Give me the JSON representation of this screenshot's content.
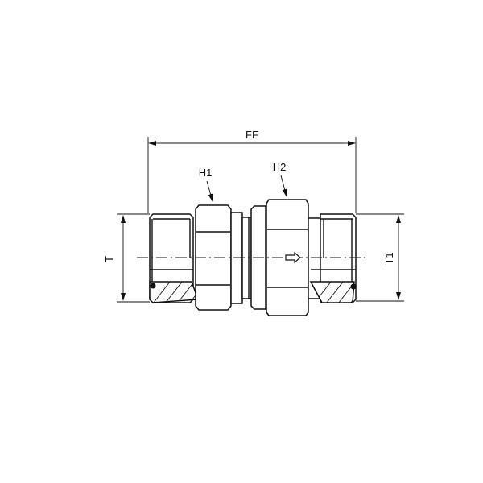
{
  "drawing": {
    "type": "technical-drawing",
    "subject": "straight fitting / check valve union, side elevation with partial section",
    "line_color": "#111111",
    "background": "#ffffff",
    "dimensions": {
      "overall_length": {
        "label": "FF"
      },
      "left_thread": {
        "label": "T"
      },
      "right_thread": {
        "label": "T1"
      }
    },
    "callouts": {
      "left_hex": {
        "label": "H1"
      },
      "right_hex": {
        "label": "H2"
      }
    },
    "flow_direction_symbol": "arrow-right"
  }
}
